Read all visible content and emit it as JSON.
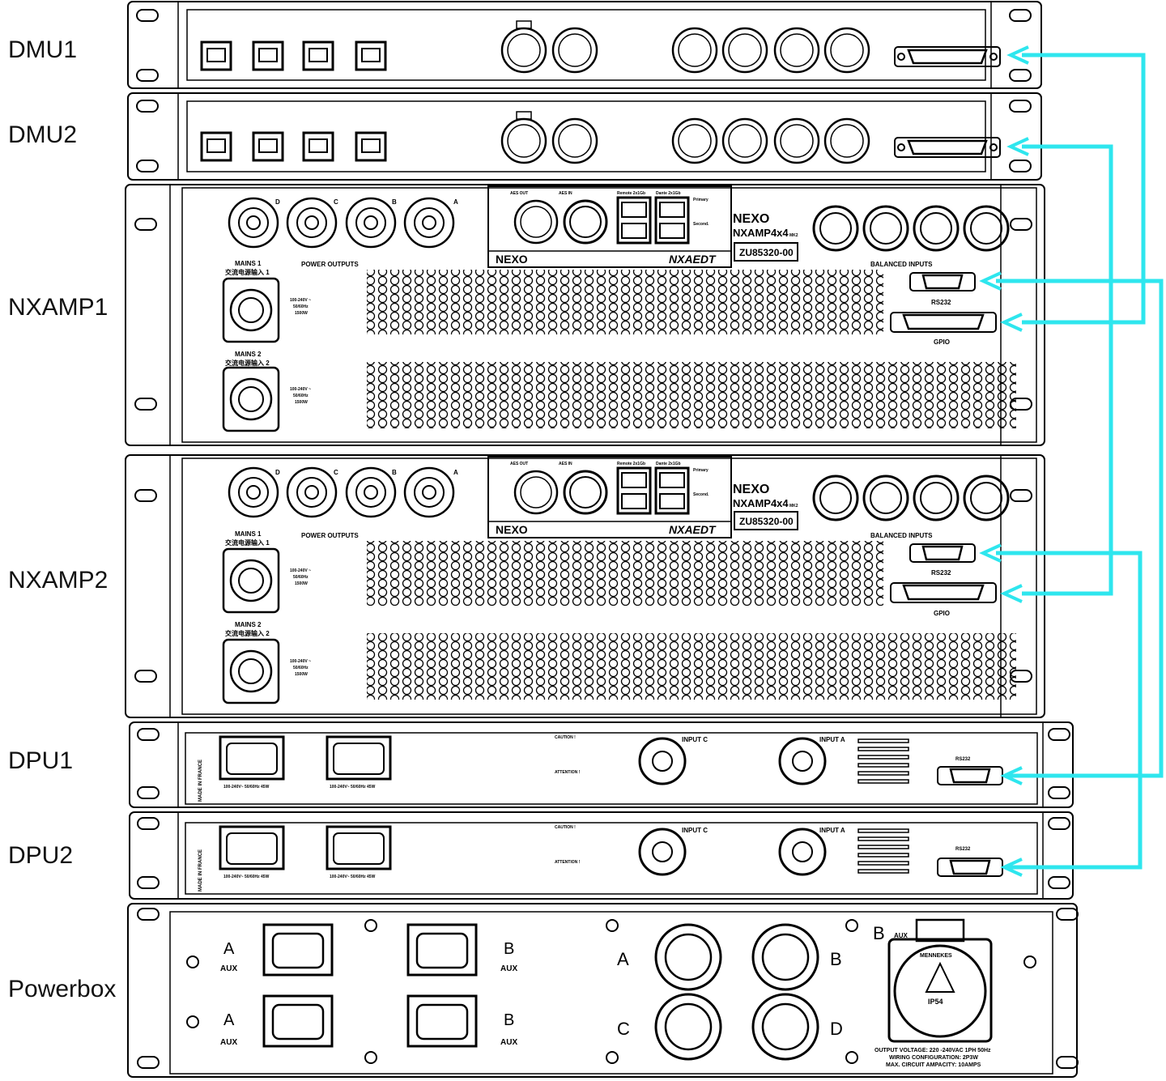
{
  "devices": [
    {
      "id": "dmu1",
      "label": "DMU1"
    },
    {
      "id": "dmu2",
      "label": "DMU2"
    },
    {
      "id": "nxamp1",
      "label": "NXAMP1"
    },
    {
      "id": "nxamp2",
      "label": "NXAMP2"
    },
    {
      "id": "dpu1",
      "label": "DPU1"
    },
    {
      "id": "dpu2",
      "label": "DPU2"
    },
    {
      "id": "powerbox",
      "label": "Powerbox"
    }
  ],
  "nxamp": {
    "brand": "NEXO",
    "model": "NXAMP4x4",
    "model_suffix": "MK2",
    "serial": "ZU85320-00",
    "card": "NXAEDT",
    "aes_out": "AES OUT",
    "aes_in": "AES IN",
    "remote": "Remote 2x1Gb",
    "dante": "Dante 2x1Gb",
    "primary": "Primary",
    "second": "Second.",
    "power_outputs": "POWER OUTPUTS",
    "balanced_inputs": "BALANCED INPUTS",
    "rs232": "RS232",
    "gpio": "GPIO",
    "mains1": "MAINS 1",
    "mains1_cn": "交流电源输入 1",
    "mains2": "MAINS 2",
    "mains2_cn": "交流电源输入 2",
    "volt": "100-240V ~",
    "freq": "50/60Hz",
    "watt": "1500W",
    "channels": [
      "D",
      "C",
      "B",
      "A"
    ]
  },
  "dpu": {
    "made_in": "MADE IN FRANCE",
    "input_c": "INPUT C",
    "input_a": "INPUT A",
    "rs232": "RS232",
    "caution": "CAUTION !",
    "attention": "ATTENTION !",
    "rating1": "100-240V~ 50/60Hz 45W",
    "rating2": "100-240V~ 50/60Hz 45W"
  },
  "powerbox": {
    "a": "A",
    "b": "B",
    "c": "C",
    "d": "D",
    "aux": "AUX",
    "mennekes": "MENNEKES",
    "ip54": "IP54",
    "spec1": "OUTPUT VOLTAGE: 220 -240VAC 1PH 50Hz",
    "spec2": "WIRING CONFIGURATION: 2P3W",
    "spec3": "MAX. CIRCUIT AMPACITY: 10AMPS"
  },
  "colors": {
    "cable": "#2ee6ee",
    "line": "#000000"
  }
}
